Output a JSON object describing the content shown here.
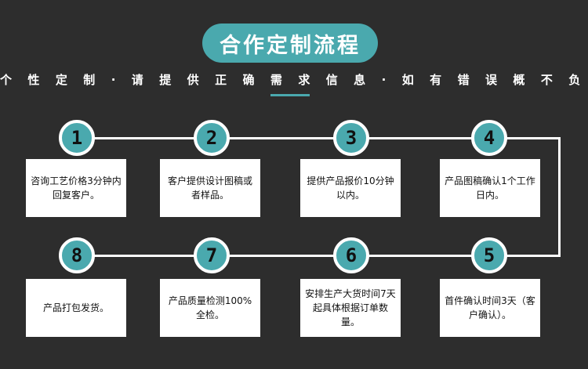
{
  "title": "合作定制流程",
  "subtitle": "个 性 定 制 · 请 提 供 正 确 需 求 信 息 · 如 有 错 误 概 不 负 责",
  "steps": [
    {
      "number": "1",
      "text": "咨询工艺价格3分钟内回复客户。"
    },
    {
      "number": "2",
      "text": "客户提供设计图稿或者样品。"
    },
    {
      "number": "3",
      "text": "提供产品报价10分钟以内。"
    },
    {
      "number": "4",
      "text": "产品图稿确认1个工作日内。"
    },
    {
      "number": "5",
      "text": "首件确认时间3天（客户确认）。"
    },
    {
      "number": "6",
      "text": "安排生产大货时间7天起具体根据订单数量。"
    },
    {
      "number": "7",
      "text": "产品质量检测100%全检。"
    },
    {
      "number": "8",
      "text": "产品打包发货。"
    }
  ],
  "colors": {
    "background": "#2d2d2d",
    "accent": "#4aa9ae",
    "box": "#ffffff"
  }
}
